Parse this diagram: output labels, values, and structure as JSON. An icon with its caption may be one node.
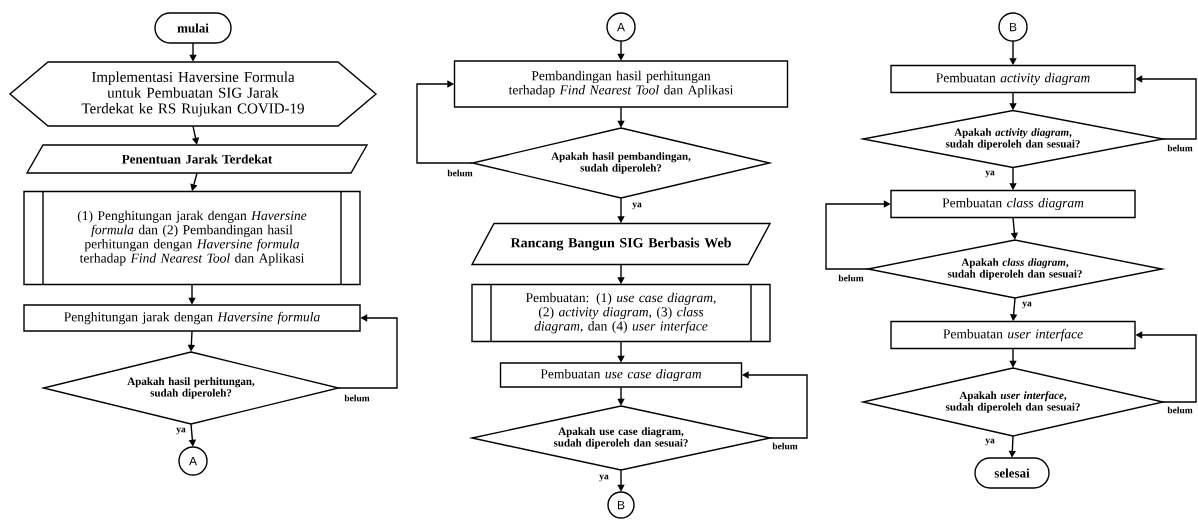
{
  "diagram": {
    "nodes": [
      {
        "text": [
          "mulai"
        ]
      },
      {
        "text": [
          "Implementasi Haversine Formula untuk Pembuatan SIG Jarak Terdekat ke RS Rujukan COVID-19"
        ]
      },
      {
        "text": [
          "Penentuan Jarak Terdekat"
        ]
      },
      {
        "text": [
          "(1) Penghitungan jarak dengan *Haversine formula* dan (2) Pembandingan hasil perhitungan dengan *Haversine formula* terhadap *Find Nearest Tool* dan Aplikasi"
        ]
      },
      {
        "text": [
          "Penghitungan jarak dengan *Haversine formula*"
        ]
      },
      {
        "text": [
          "Apakah hasil perhitungan, sudah diperoleh?"
        ]
      },
      {
        "text": [
          "A"
        ]
      },
      {
        "text": [
          "A"
        ]
      },
      {
        "text": [
          "Pembandingan hasil perhitungan terhadap *Find Nearest Tool* dan Aplikasi"
        ]
      },
      {
        "text": [
          "Apakah hasil pembandingan, sudah diperoleh?"
        ]
      },
      {
        "text": [
          "Rancang Bangun SIG Berbasis Web"
        ]
      },
      {
        "text": [
          "Pembuatan: (1) *use case diagram*, (2) *activity diagram*, (3) *class diagram*, dan (4) *user interface*"
        ]
      },
      {
        "text": [
          "Pembuatan *use case diagram*"
        ]
      },
      {
        "text": [
          "Apakah use case diagram, sudah diperoleh dan sesuai?"
        ]
      },
      {
        "text": [
          "B"
        ]
      },
      {
        "text": [
          "B"
        ]
      },
      {
        "text": [
          "Pembuatan *activity diagram*"
        ]
      },
      {
        "text": [
          "Apakah *activity diagram*, sudah diperoleh dan sesuai?"
        ]
      },
      {
        "text": [
          "Pembuatan *class diagram*"
        ]
      },
      {
        "text": [
          "Apakah *class diagram*, sudah diperoleh dan sesuai?"
        ]
      },
      {
        "text": [
          "Pembuatan *user interface*"
        ]
      },
      {
        "text": [
          "Apakah *user interface*, sudah diperoleh dan sesuai?"
        ]
      },
      {
        "text": [
          "selesai"
        ]
      }
    ],
    "edges": [
      {
        "from": 0,
        "to": 1,
        "arrow": "to"
      },
      {
        "from": 1,
        "to": 2,
        "arrow": "to"
      },
      {
        "from": 2,
        "to": 3,
        "arrow": "to"
      },
      {
        "from": 3,
        "to": 4,
        "arrow": "to"
      },
      {
        "from": 4,
        "to": 5,
        "arrow": "to"
      },
      {
        "from": 5,
        "to": 6,
        "arrow": "to",
        "label": "ya"
      },
      {
        "from": 5,
        "to": 4,
        "arrow": "to",
        "label": "belum"
      },
      {
        "from": 7,
        "to": 8,
        "arrow": "to"
      },
      {
        "from": 8,
        "to": 9,
        "arrow": "to"
      },
      {
        "from": 9,
        "to": 8,
        "arrow": "to",
        "label": "belum"
      },
      {
        "from": 9,
        "to": 10,
        "arrow": "to",
        "label": "ya"
      },
      {
        "from": 10,
        "to": 11,
        "arrow": "to"
      },
      {
        "from": 11,
        "to": 12,
        "arrow": "to"
      },
      {
        "from": 12,
        "to": 13,
        "arrow": "to"
      },
      {
        "from": 13,
        "to": 14,
        "arrow": "to",
        "label": "ya"
      },
      {
        "from": 13,
        "to": 12,
        "arrow": "to",
        "label": "belum"
      },
      {
        "from": 15,
        "to": 16,
        "arrow": "to"
      },
      {
        "from": 16,
        "to": 17,
        "arrow": "to"
      },
      {
        "from": 17,
        "to": 16,
        "arrow": "to",
        "label": "belum"
      },
      {
        "from": 17,
        "to": 18,
        "arrow": "to",
        "label": "ya"
      },
      {
        "from": 18,
        "to": 19,
        "arrow": "to"
      },
      {
        "from": 19,
        "to": 18,
        "arrow": "to",
        "label": "belum"
      },
      {
        "from": 19,
        "to": 20,
        "arrow": "to",
        "label": "ya"
      },
      {
        "from": 20,
        "to": 21,
        "arrow": "to"
      },
      {
        "from": 21,
        "to": 20,
        "arrow": "to",
        "label": "belum"
      },
      {
        "from": 21,
        "to": 22,
        "arrow": "to",
        "label": "ya"
      }
    ]
  }
}
